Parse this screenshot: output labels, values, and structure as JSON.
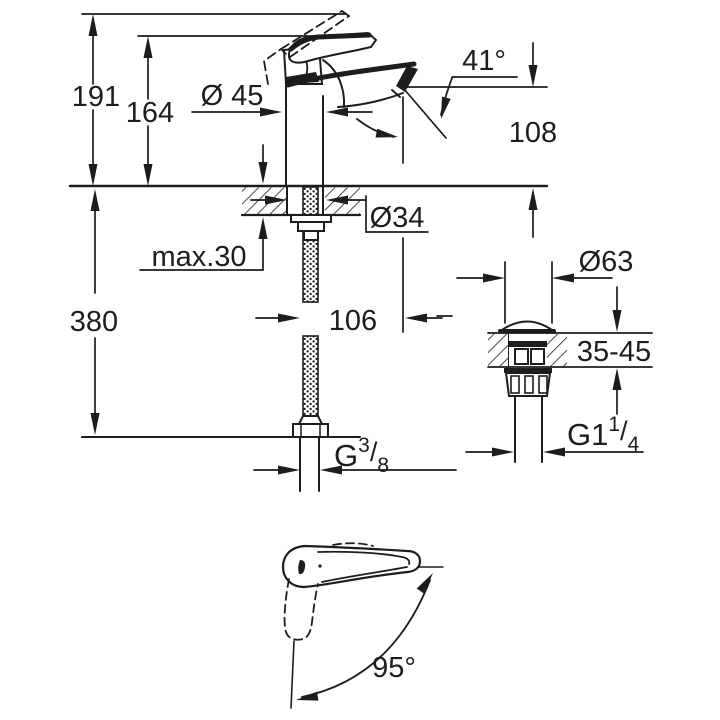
{
  "drawing": {
    "title": "faucet-installation-dimension-drawing",
    "side_view": {
      "height_overall": "191",
      "height_to_lever": "164",
      "body_diameter": "Ø 45",
      "spout_angle": "41°",
      "spout_outlet_height": "108",
      "mounting_hole_diameter": "Ø34",
      "deck_max_thickness": "max.30",
      "hose_length": "380",
      "spout_projection": "106",
      "supply_thread": {
        "prefix": "G",
        "numerator": "3",
        "slash": "/",
        "denominator": "8"
      }
    },
    "waste_view": {
      "flange_diameter": "Ø63",
      "deck_thickness_range": "35-45",
      "waste_thread": {
        "prefix": "G1",
        "numerator": "1",
        "slash": "/",
        "denominator": "4"
      }
    },
    "top_view": {
      "lever_swivel_angle": "95°"
    },
    "colors": {
      "line": "#1d1d1b",
      "background": "#ffffff"
    }
  }
}
